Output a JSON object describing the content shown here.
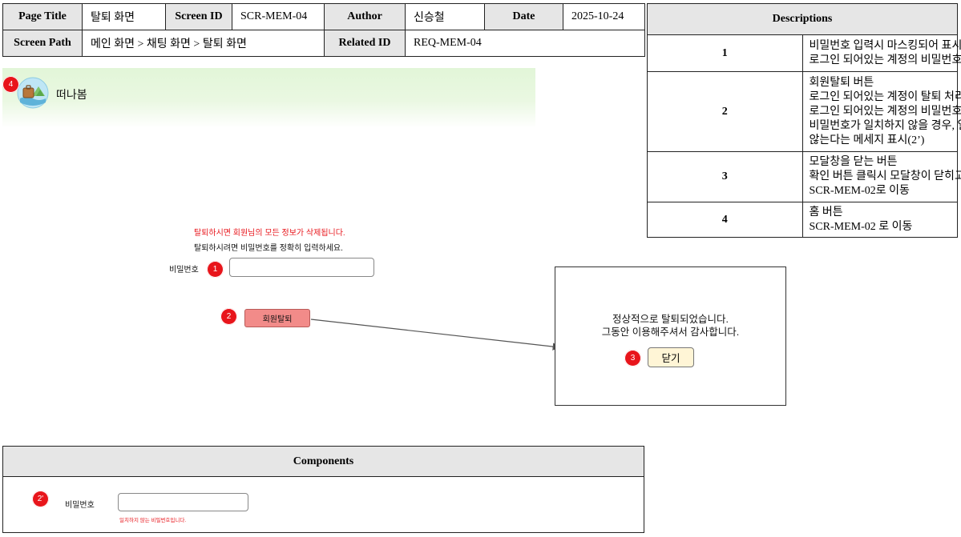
{
  "header": {
    "page_title_label": "Page Title",
    "page_title": "탈퇴 화면",
    "screen_id_label": "Screen ID",
    "screen_id": "SCR-MEM-04",
    "author_label": "Author",
    "author": "신승철",
    "date_label": "Date",
    "date": "2025-10-24",
    "screen_path_label": "Screen Path",
    "screen_path": "메인 화면 > 채팅 화면 > 탈퇴 화면",
    "related_id_label": "Related ID",
    "related_id": "REQ-MEM-04"
  },
  "descriptions": {
    "title": "Descriptions",
    "rows": [
      {
        "num": "1",
        "lines": [
          "비밀번호 입력시 마스킹되어 표시",
          "로그인 되어있는 계정의 비밀번호 입력"
        ]
      },
      {
        "num": "2",
        "lines": [
          "회원탈퇴 버튼",
          "로그인 되어있는 계정이 탈퇴 처리",
          "로그인 되어있는 계정의 비밀번호와 입력한",
          "비밀번호가 일치하지 않을 경우, 일치하지",
          "않는다는 메세지 표시(2’)"
        ]
      },
      {
        "num": "3",
        "lines": [
          "모달창을 닫는 버튼",
          "확인 버튼 클릭시 모달창이 닫히고",
          "SCR-MEM-02로 이동"
        ]
      },
      {
        "num": "4",
        "lines": [
          "홈 버튼",
          "SCR-MEM-02 로 이동"
        ]
      }
    ]
  },
  "app": {
    "name": "떠나봄",
    "logo_icon": "travel-bag-mountain-icon"
  },
  "markers": {
    "m1": "1",
    "m2": "2",
    "m3": "3",
    "m4": "4",
    "m2p": "2'"
  },
  "form": {
    "warning": "탈퇴하시면 회원님의 모든 정보가 삭제됩니다.",
    "instruction": "탈퇴하시려면 비밀번호를 정확히 입력하세요.",
    "password_label": "비밀번호",
    "password_value": "",
    "withdraw_button": "회원탈퇴"
  },
  "modal": {
    "line1": "정상적으로 탈퇴되었습니다.",
    "line2": "그동안 이용해주셔서 감사합니다.",
    "close_button": "닫기"
  },
  "components": {
    "title": "Components",
    "password_label": "비밀번호",
    "error_text": "일치하지 않는 비밀번호입니다."
  },
  "colors": {
    "marker": "#e8151b",
    "withdraw_button": "#f28b89",
    "close_button": "#fff5d6",
    "header_fill": "#e6e6e6",
    "app_bar": "#e2f6d8",
    "error_text": "#e8151b"
  }
}
